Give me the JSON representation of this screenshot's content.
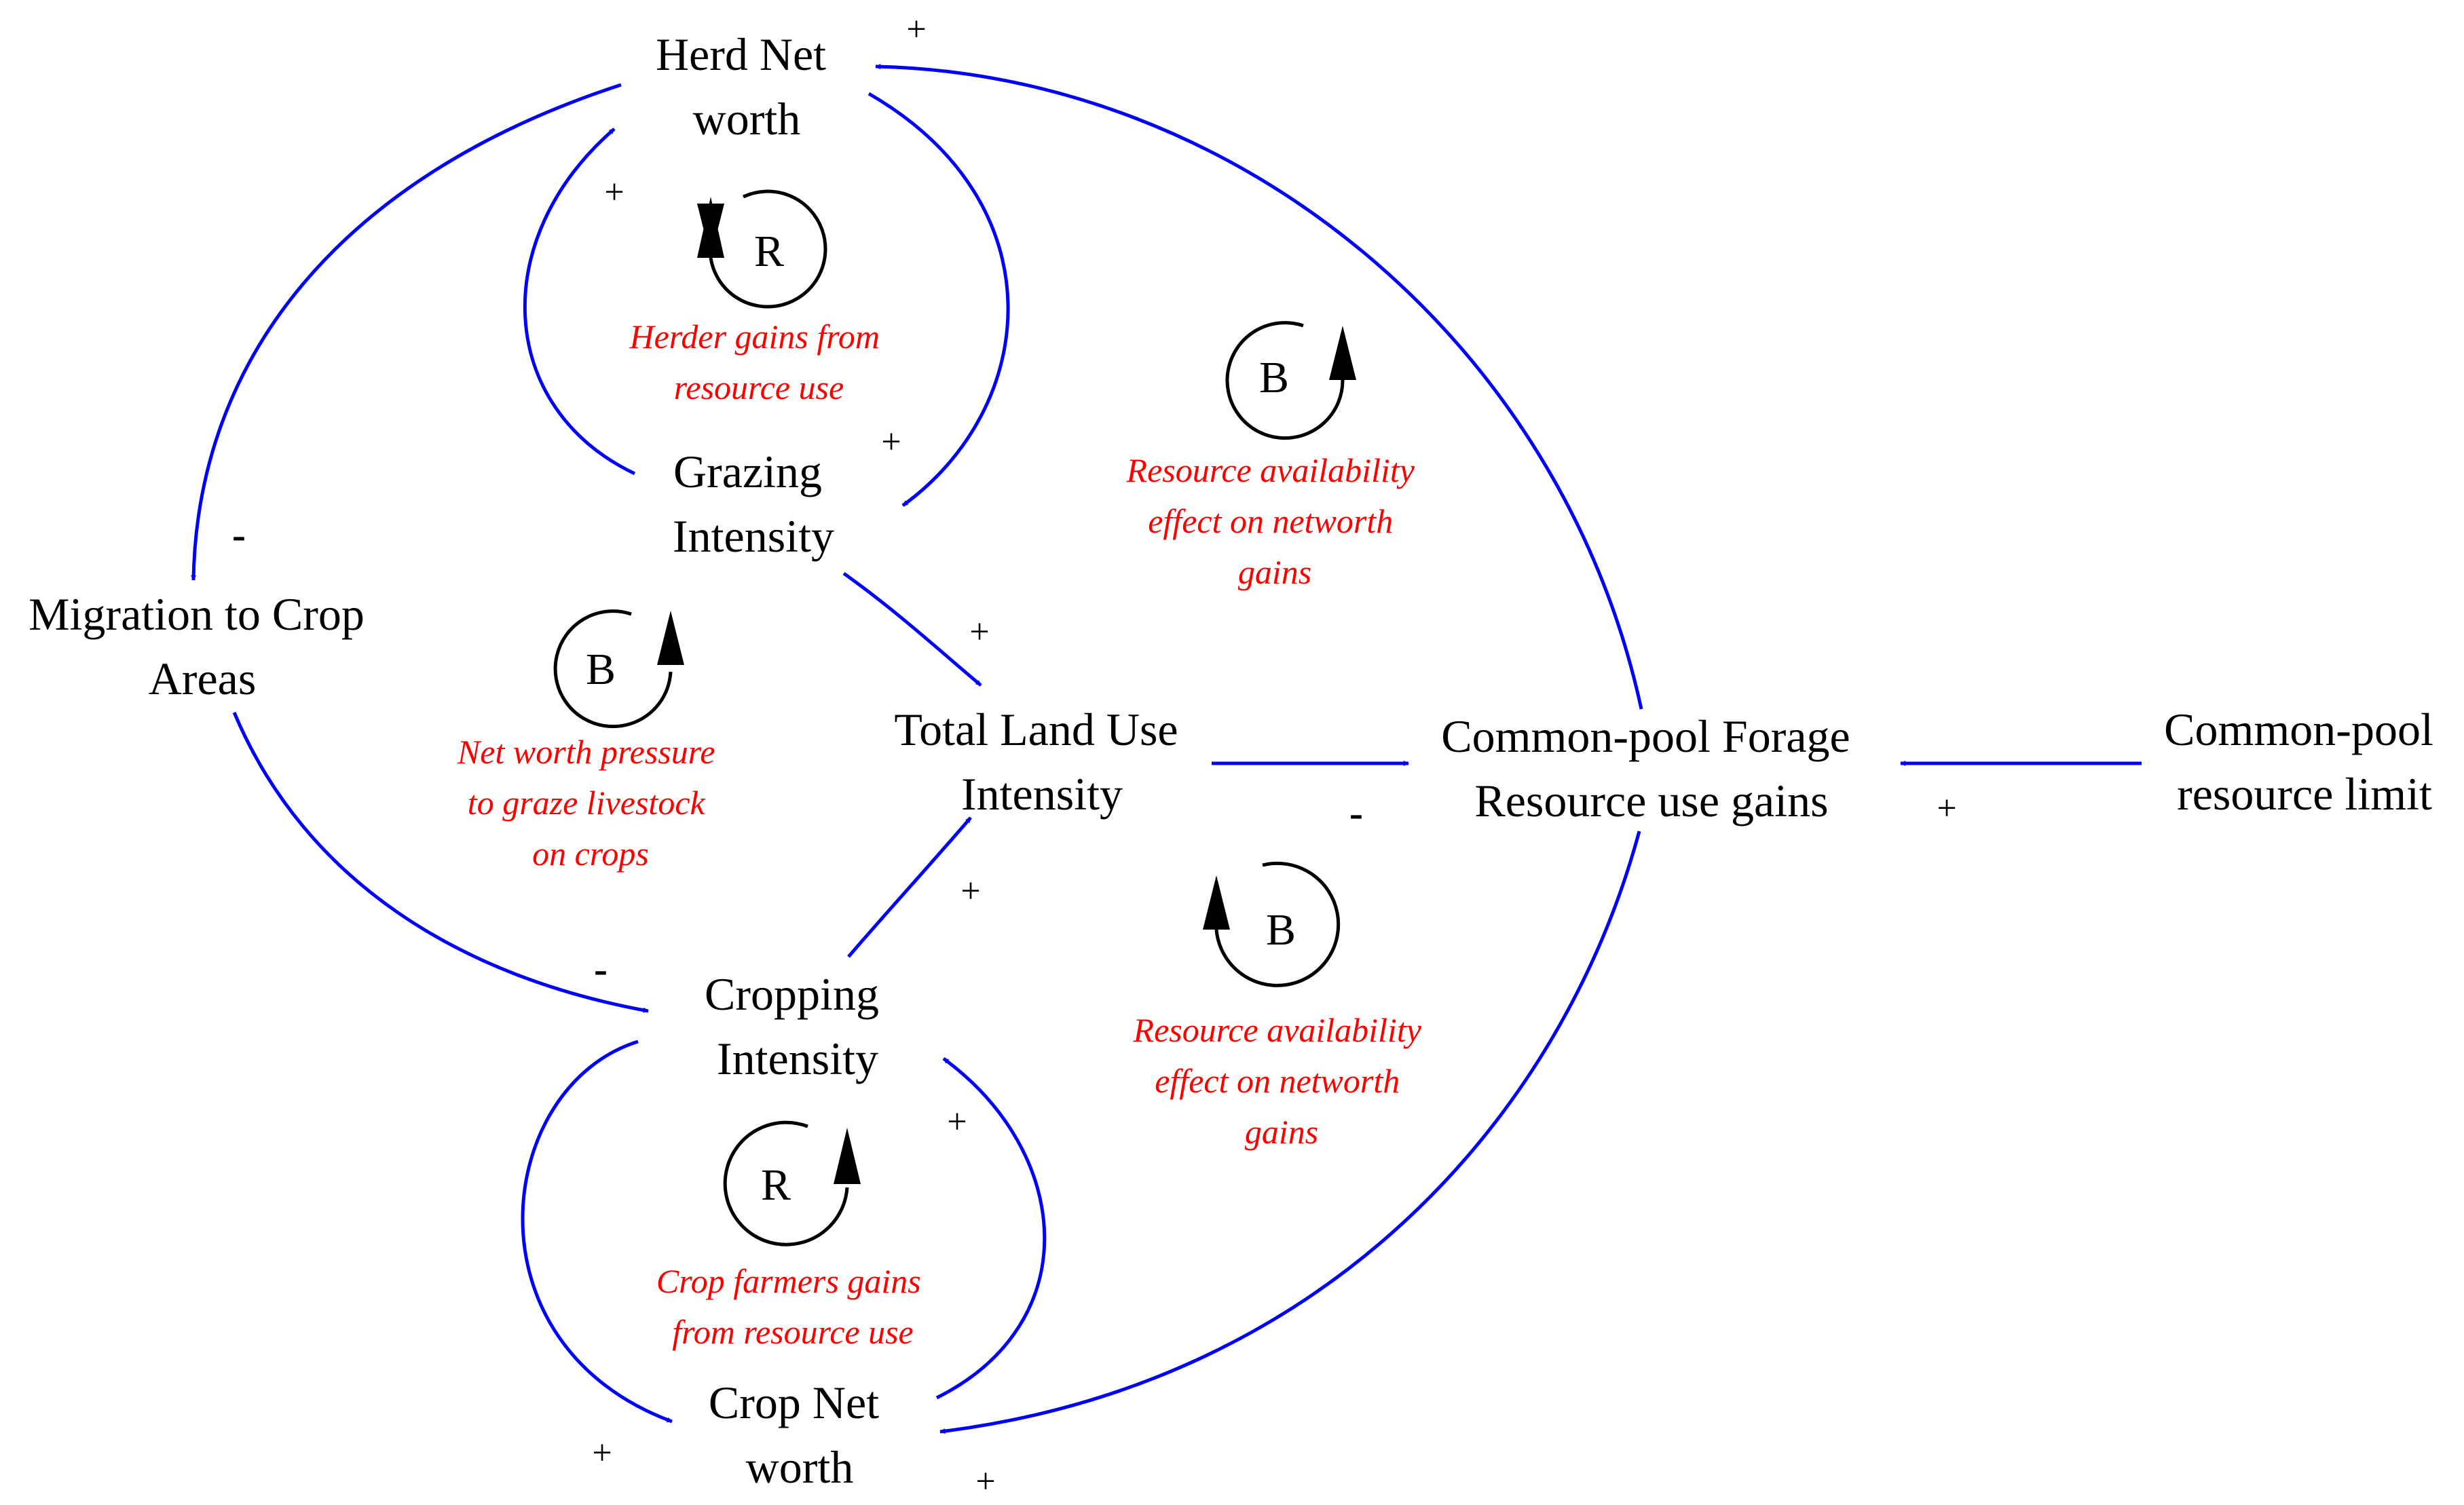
{
  "nodes": {
    "herd_net_worth": [
      "Herd Net",
      "worth"
    ],
    "grazing_intensity": [
      "Grazing",
      "Intensity"
    ],
    "migration": [
      "Migration to Crop",
      "Areas"
    ],
    "total_land_use": [
      "Total Land Use",
      "Intensity"
    ],
    "common_pool_gains": [
      "Common-pool Forage",
      "Resource use gains"
    ],
    "common_pool_limit": [
      "Common-pool",
      "resource limit"
    ],
    "cropping_intensity": [
      "Cropping",
      "Intensity"
    ],
    "crop_net_worth": [
      "Crop Net",
      "worth"
    ]
  },
  "loops": {
    "herder": {
      "symbol": "R",
      "description": [
        "Herder gains from",
        "resource use"
      ]
    },
    "availability_top": {
      "symbol": "B",
      "description": [
        "Resource availability",
        "effect on networth",
        "gains"
      ]
    },
    "net_worth_pressure": {
      "symbol": "B",
      "description": [
        "Net worth pressure",
        "to graze livestock",
        "on crops"
      ]
    },
    "availability_bottom": {
      "symbol": "B",
      "description": [
        "Resource availability",
        "effect on networth",
        "gains"
      ]
    },
    "crop_farmers": {
      "symbol": "R",
      "description": [
        "Crop farmers gains",
        "from resource use"
      ]
    }
  },
  "polarities": {
    "gains_to_herd": "+",
    "grazing_to_herd": "+",
    "herd_to_grazing": "+",
    "herd_to_migration": "-",
    "grazing_to_total": "+",
    "total_to_gains": "-",
    "limit_to_gains": "+",
    "cropping_to_total": "+",
    "migration_to_cropping": "-",
    "crop_to_cropping": "+",
    "cropping_to_crop": "+",
    "gains_to_crop": "+"
  },
  "colors": {
    "link": "#0000ff",
    "loop_description": "#ff0000",
    "text": "#000000",
    "background": "#ffffff"
  }
}
